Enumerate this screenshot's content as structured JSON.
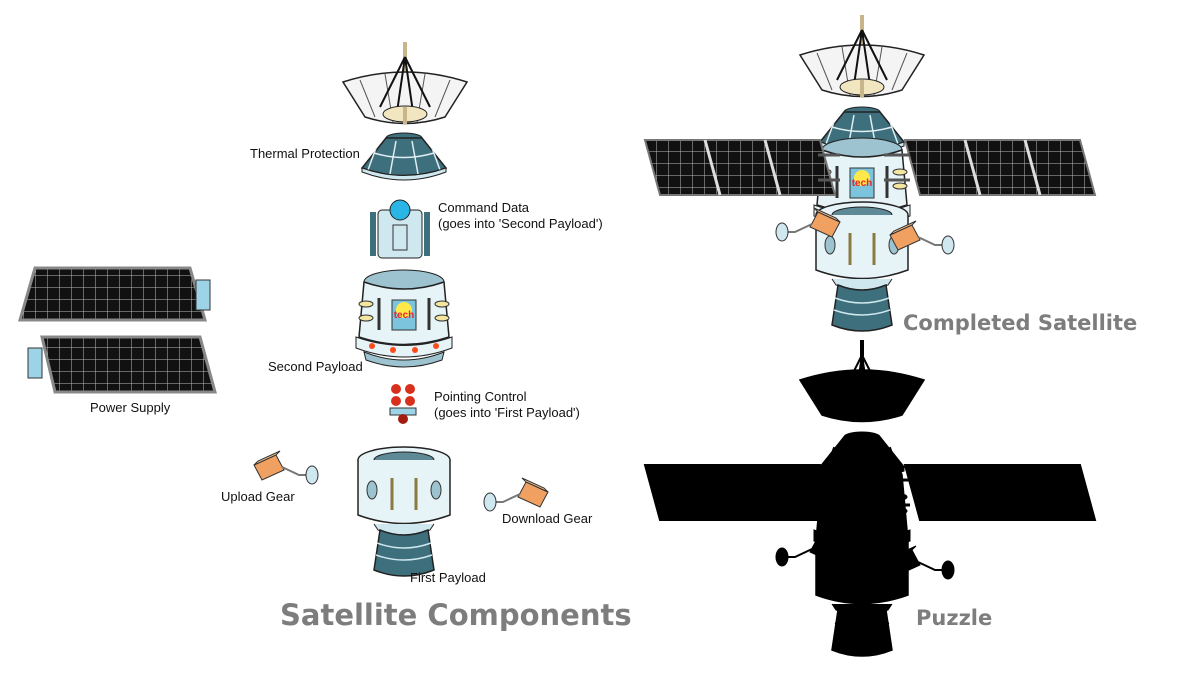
{
  "labels": {
    "thermal_protection": "Thermal Protection",
    "command_data": "Command Data",
    "command_data_note": "(goes into 'Second Payload')",
    "second_payload": "Second Payload",
    "pointing_control": "Pointing Control",
    "pointing_control_note": "(goes into 'First Payload')",
    "power_supply": "Power Supply",
    "upload_gear": "Upload Gear",
    "download_gear": "Download Gear",
    "first_payload": "First Payload",
    "tech_logo": "tech"
  },
  "titles": {
    "components": "Satellite Components",
    "completed": "Completed Satellite",
    "puzzle": "Puzzle"
  },
  "colors": {
    "title_gray": "#7d7d7d",
    "hull": "#e6f3f7",
    "teal_dark": "#3e6f7c",
    "panel": "#111111",
    "gear": "#f0a060",
    "light": "#ff4a1a"
  }
}
